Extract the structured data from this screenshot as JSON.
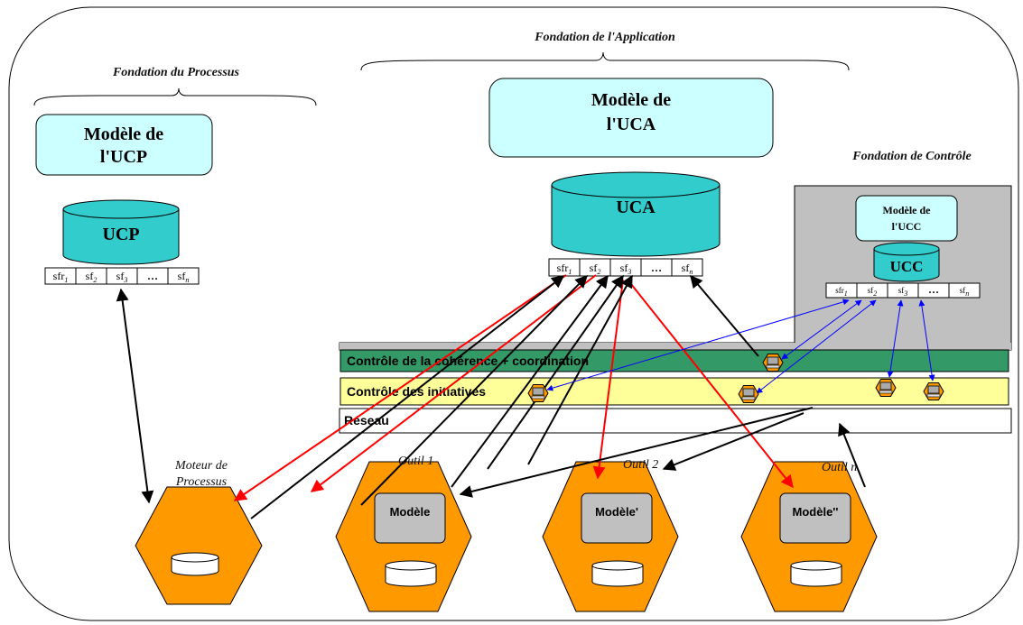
{
  "foundations": {
    "process": "Fondation du Processus",
    "application": "Fondation de l'Application",
    "control": "Fondation de Contrôle"
  },
  "models": {
    "ucp": [
      "Modèle de",
      "l'UCP"
    ],
    "uca": [
      "Modèle de",
      "l'UCA"
    ],
    "ucc": [
      "Modèle de",
      "l'UCC"
    ]
  },
  "databases": {
    "ucp": "UCP",
    "uca": "UCA",
    "ucc": "UCC"
  },
  "sf_cells": {
    "ucp": [
      "sfr",
      "sf",
      "sf",
      "…",
      "sf"
    ],
    "uca": [
      "sfr",
      "sf",
      "sf",
      "…",
      "sf"
    ],
    "ucc": [
      "sfr",
      "sf",
      "sf",
      "…",
      "sf"
    ],
    "subscripts": [
      "1",
      "2",
      "3",
      "",
      "n"
    ]
  },
  "bands": {
    "coherence": "Contrôle de la cohérence + coordination",
    "initiatives": "Contrôle des initiatives",
    "reseau": "Réseau"
  },
  "engine": {
    "label": [
      "Moteur de",
      "Processus"
    ]
  },
  "tools": [
    {
      "label": "Outil 1",
      "model": "Modèle"
    },
    {
      "label": "Outil 2",
      "model": "Modèle'"
    },
    {
      "label": "Outil n",
      "model": "Modèle''"
    }
  ],
  "colors": {
    "model_box": "#ccffff",
    "database": "#33cccc",
    "control_area": "#c0c0c0",
    "coherence_band": "#339966",
    "initiatives_band": "#ffff99",
    "hexagon": "#ff9900",
    "tool_model": "#c0c0c0",
    "arrow_red": "#ff0000",
    "arrow_black": "#000000",
    "arrow_blue": "#0000ff"
  }
}
